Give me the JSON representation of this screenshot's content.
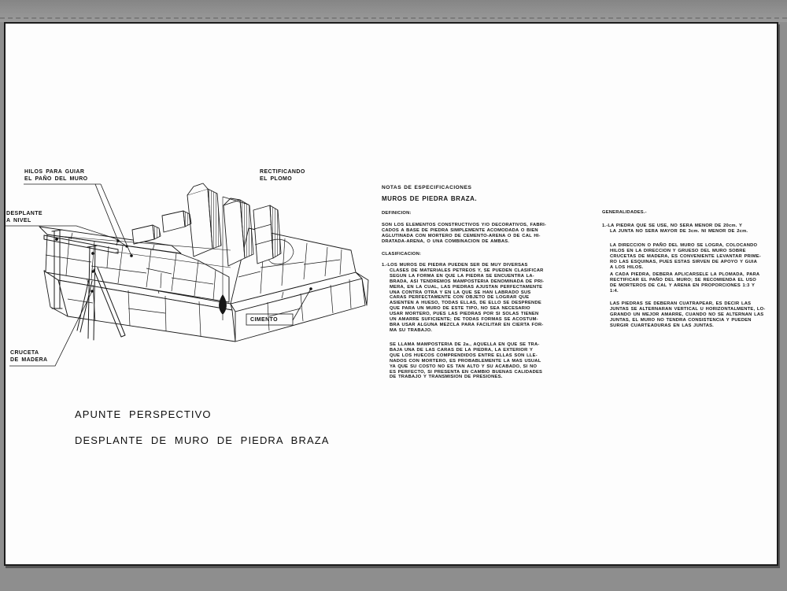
{
  "app": {
    "background_color": "#8e8e8e",
    "paper_color": "#fdfdfd",
    "ink_color": "#1a1a1a"
  },
  "drawing": {
    "labels": {
      "hilos": "HILOS PARA GUIAR\nEL PAÑO DEL MURO",
      "rectificando": "RECTIFICANDO\nEL PLOMO",
      "desplante": "DESPLANTE\nA NIVEL",
      "cruceta": "CRUCETA\nDE MADERA",
      "cimiento": "CIMENTO"
    },
    "caption": {
      "line1": "APUNTE PERSPECTIVO",
      "line2": "DESPLANTE DE MURO DE PIEDRA BRAZA"
    }
  },
  "notes": {
    "heading": "NOTAS DE ESPECIFICACIONES",
    "subheading": "MUROS DE PIEDRA BRAZA.",
    "definition_heading": "DEFINICION:",
    "definition_text": "SON LOS ELEMENTOS CONSTRUCTIVOS Y/O DECORATIVOS, FABRI-\nCADOS A BASE DE PIEDRA SIMPLEMENTE ACOMODADA O BIEN\nAGLUTINADA CON MORTERO DE CEMENTO-ARENA O DE CAL HI-\nDRATADA-ARENA, O UNA COMBINACION DE AMBAS.",
    "classification_heading": "CLASIFICACION:",
    "classification_item1": "1.-LOS MUROS DE PIEDRA PUEDEN SER DE MUY DIVERSAS\nCLASES DE MATERIALES PETREOS Y, SE PUEDEN CLASIFICAR\nSEGUN LA FORMA EN QUE LA PIEDRA SE ENCUENTRA LA-\nBRADA, ASI TENDREMOS MAMPOSTERIA DENOMINADA DE PRI-\nMERA, EN LA CUAL, LAS PIEDRAS AJUSTAN PERFECTAMENTE\nUNA CONTRA OTRA Y EN LA QUE SE HAN LABRADO SUS\nCARAS PERFECTAMENTE CON OBJETO DE LOGRAR QUE\nASIENTEN A HUESO, TODAS ELLAS, DE ELLO SE DESPRENDE\nQUE PARA UN MURO DE ESTE TIPO, NO SEA NECESARIO\nUSAR MORTERO, PUES LAS PIEDRAS POR SI SOLAS TIENEN\nUN AMARRE SUFICIENTE; DE TODAS FORMAS SE ACOSTUM-\nBRA USAR ALGUNA MEZCLA PARA FACILITAR EN CIERTA FOR-\nMA SU TRABAJO.",
    "classification_item1_cont": "SE LLAMA MAMPOSTERIA DE 2a., AQUELLA EN QUE SE TRA-\nBAJA UNA DE LAS CARAS DE LA PIEDRA, LA EXTERIOR Y\nQUE LOS HUECOS COMPRENDIDOS ENTRE ELLAS SON LLE-\nNADOS CON MORTERO, ES PROBABLEMENTE LA MAS USUAL\nYA QUE SU COSTO NO ES TAN ALTO Y SU ACABADO, SI NO\nES PERFECTO, SI PRESENTA EN CAMBIO BUENAS CALIDADES\nDE TRABAJO Y TRANSMISION DE PRESIONES."
  },
  "generalidades": {
    "heading": "GENERALIDADES.-",
    "item1": "1.-LA PIEDRA QUE SE USE, NO SERA MENOR DE 20cm. Y\nLA JUNTA NO SERA MAYOR DE 3cm. NI MENOR DE 2cm.",
    "p2": "LA DIRECCION O PAÑO DEL MURO SE LOGRA, COLOCANDO\nHILOS EN LA DIRECCION Y GRUESO DEL MURO SOBRE\nCRUCETAS DE MADERA, ES CONVENIENTE LEVANTAR PRIME-\nRO LAS ESQUINAS, PUES ESTAS SIRVEN DE APOYO Y GUIA\nA LOS HILOS.",
    "p3": "A CADA PIEDRA, DEBERA APLICARSELE LA PLOMADA, PARA\nRECTIFICAR EL PAÑO DEL MURO; SE RECOMIENDA EL USO\nDE MORTEROS DE CAL Y ARENA EN PROPORCIONES 1:3 Y\n1:4.",
    "p4": "LAS PIEDRAS SE DEBERAN CUATRAPEAR, ES DECIR LAS\nJUNTAS SE ALTERNARAN VERTICAL U HORIZONTALMENTE, LO-\nGRANDO UN MEJOR AMARRE, CUANDO NO SE ALTERNAN LAS\nJUNTAS, EL MURO NO TENDRA CONSISTENCIA Y PUEDEN\nSURGIR CUARTEADURAS EN LAS JUNTAS."
  }
}
